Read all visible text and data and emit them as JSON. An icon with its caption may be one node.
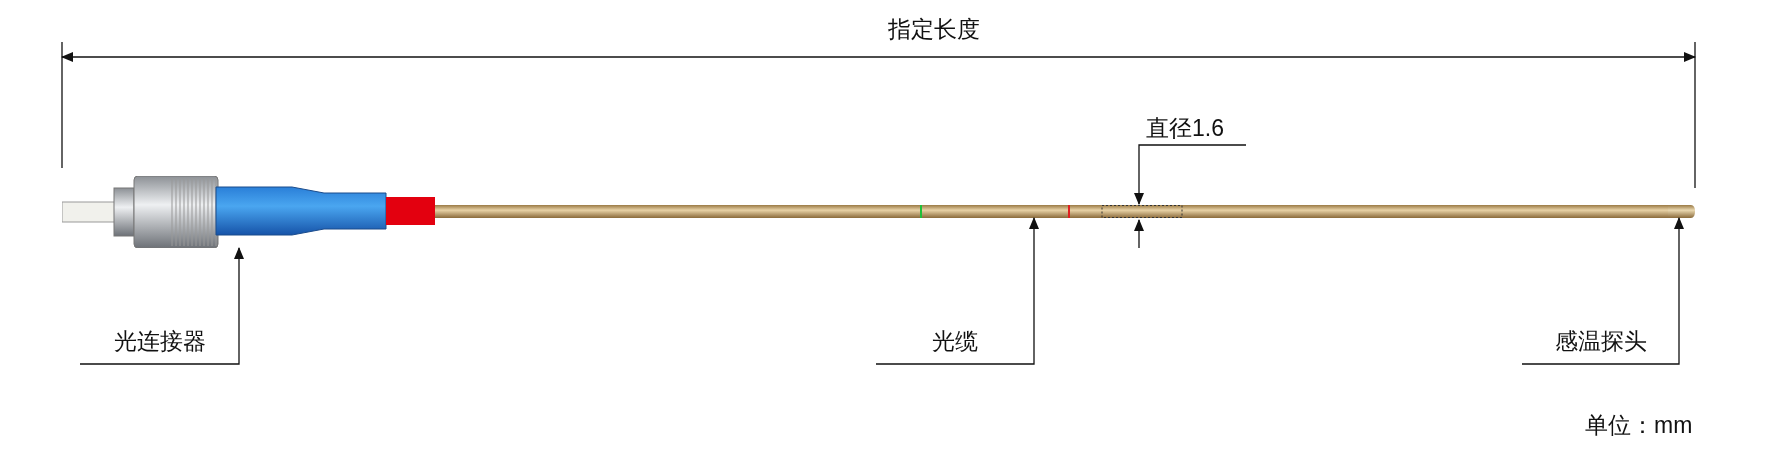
{
  "diagram": {
    "nodes": [
      {
        "text": [
          "光连接器"
        ]
      },
      {
        "text": [],
        "shape": "picture"
      },
      {
        "text": [
          "光缆"
        ]
      },
      {
        "text": [],
        "shape": "picture"
      },
      {
        "text": [
          "感温探头"
        ]
      },
      {
        "text": [],
        "shape": "picture"
      }
    ],
    "edges": [
      {
        "from": 0,
        "to": 1,
        "arrow": "to"
      },
      {
        "from": 2,
        "to": 3,
        "arrow": "to"
      },
      {
        "from": 4,
        "to": 5,
        "arrow": "to"
      }
    ],
    "labels": [
      "指定长度",
      "直径1.6",
      "单位：mm"
    ]
  }
}
